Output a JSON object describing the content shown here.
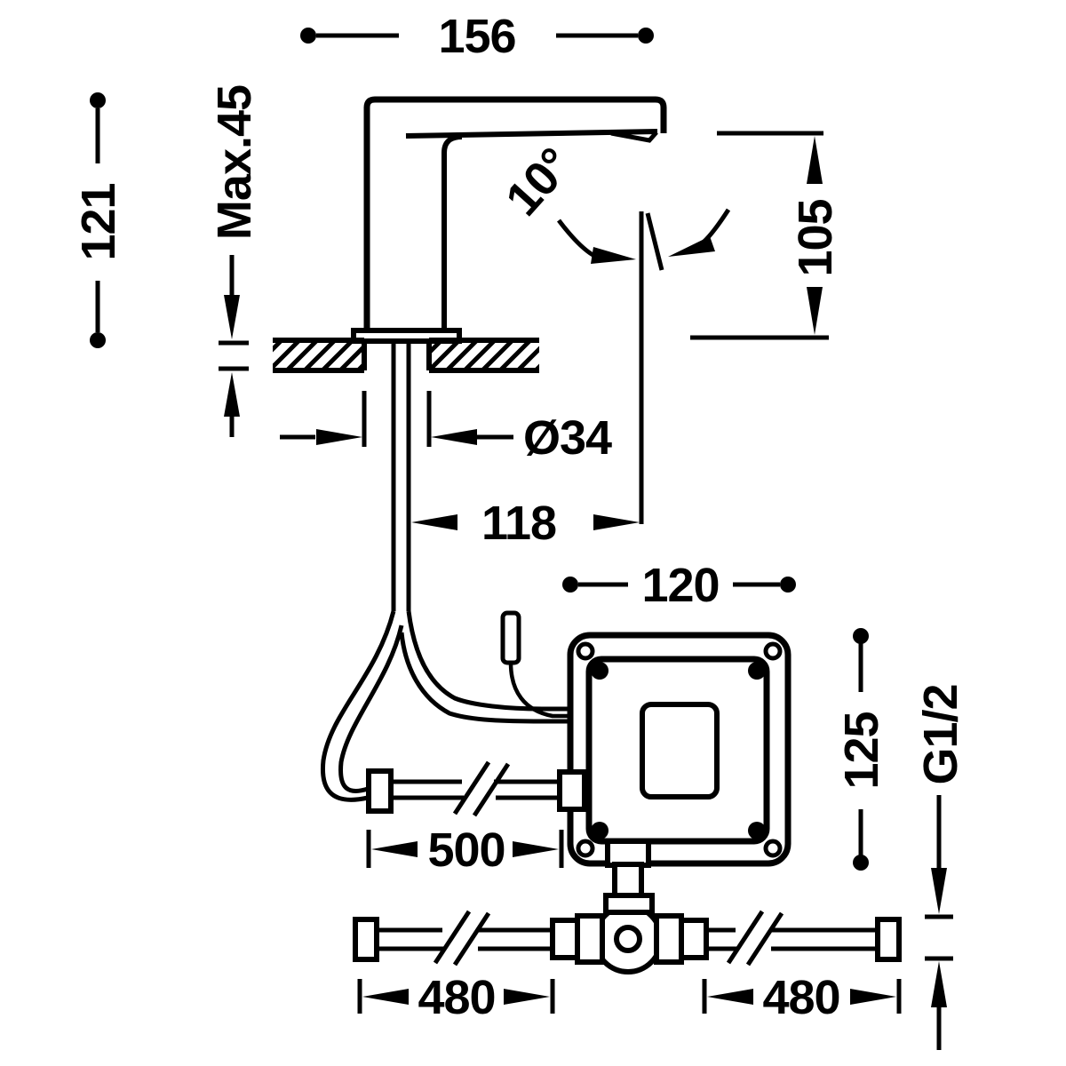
{
  "drawing": {
    "title": "Deck-mounted sensor faucet installation drawing",
    "dims": {
      "spout_reach": "156",
      "height": "121",
      "max_deck": "Max.45",
      "angle": "10°",
      "outlet_height": "105",
      "hole_dia": "Ø34",
      "outlet_offset": "118",
      "box_width": "120",
      "box_height": "125",
      "thread": "G1/2",
      "supply_run": "500",
      "pipe_left": "480",
      "pipe_right": "480"
    },
    "colors": {
      "line": "#000000",
      "background": "#ffffff"
    }
  }
}
